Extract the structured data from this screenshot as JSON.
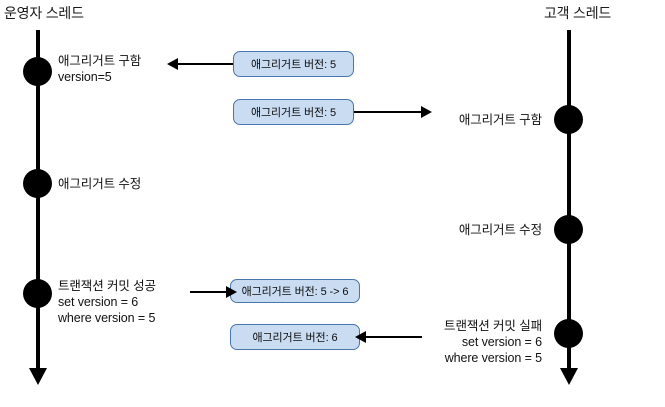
{
  "diagram": {
    "title_admin_thread": "운영자 스레드",
    "title_customer_thread": "고객 스레드",
    "admin_nodes": [
      {
        "label": "애그리거트 구함\nversion=5"
      },
      {
        "label": "애그리거트 수정"
      },
      {
        "label": "트랜잭션 커밋 성공\nset version = 6\nwhere version = 5"
      }
    ],
    "customer_nodes": [
      {
        "label": "애그리거트 구함"
      },
      {
        "label": "애그리거트 수정"
      },
      {
        "label": "트랜잭션 커밋 실패\nset version = 6\nwhere version = 5"
      }
    ],
    "messages": [
      {
        "text": "애그리거트 버전: 5",
        "direction": "left"
      },
      {
        "text": "애그리거트 버전: 5",
        "direction": "right"
      },
      {
        "text": "애그리거트 버전: 5 -> 6",
        "direction": "left"
      },
      {
        "text": "애그리거트 버전: 6",
        "direction": "left"
      }
    ],
    "colors": {
      "box_fill": "#c9dcf2",
      "box_border": "#4a77ab",
      "thread": "#000000",
      "text": "#111111"
    }
  }
}
